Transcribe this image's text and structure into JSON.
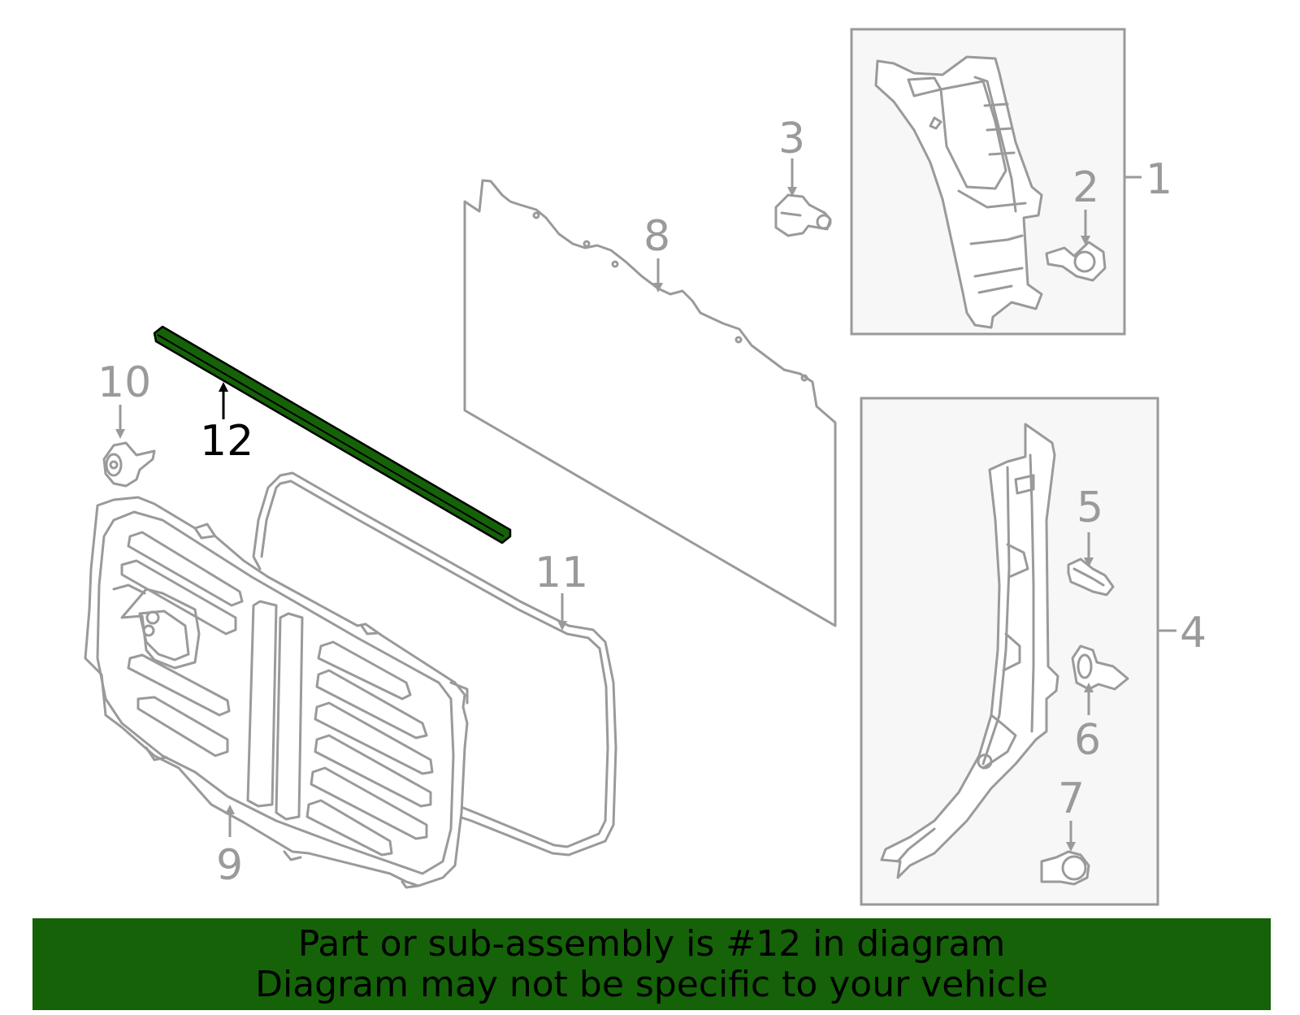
{
  "labels": {
    "l1": "1",
    "l2": "2",
    "l3": "3",
    "l4": "4",
    "l5": "5",
    "l6": "6",
    "l7": "7",
    "l8": "8",
    "l9": "9",
    "l10": "10",
    "l11": "11",
    "l12": "12"
  },
  "highlight_color": "#156209",
  "banner": {
    "line1": "Part or sub-assembly is #12 in diagram",
    "line2": "Diagram may not be specific to your vehicle"
  }
}
